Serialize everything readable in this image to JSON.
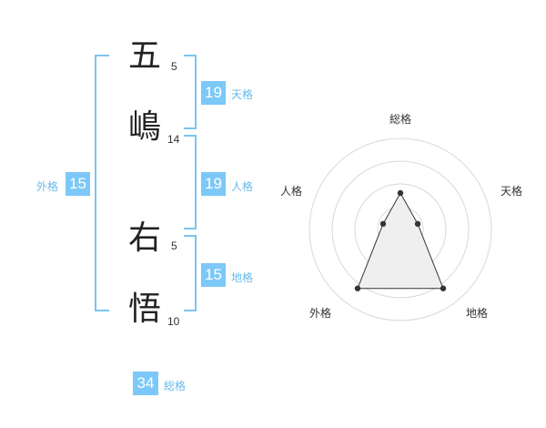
{
  "name": {
    "chars": [
      {
        "char": "五",
        "strokes": "5"
      },
      {
        "char": "嶋",
        "strokes": "14"
      },
      {
        "char": "右",
        "strokes": "5"
      },
      {
        "char": "悟",
        "strokes": "10"
      }
    ]
  },
  "fortunes": {
    "tenkaku": {
      "label": "天格",
      "value": "19"
    },
    "jinkaku": {
      "label": "人格",
      "value": "19"
    },
    "chikaku": {
      "label": "地格",
      "value": "15"
    },
    "gaikaku": {
      "label": "外格",
      "value": "15"
    },
    "soukaku": {
      "label": "総格",
      "value": "34"
    }
  },
  "radar": {
    "axes": [
      "総格",
      "天格",
      "地格",
      "外格",
      "人格"
    ],
    "levels": 4,
    "values": [
      2,
      1,
      4,
      4,
      1
    ],
    "max": 5
  },
  "colors": {
    "accent": "#7cc8f8",
    "bracket": "#7cc4ef",
    "label": "#6ab9ea"
  }
}
